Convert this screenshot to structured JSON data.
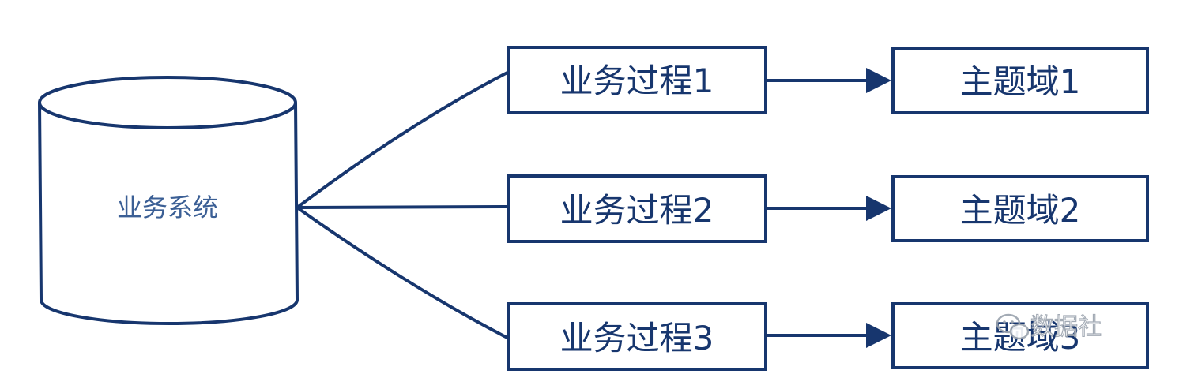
{
  "colors": {
    "stroke": "#17366e",
    "text_dark": "#17366e",
    "text_light": "#3b5f95",
    "watermark": "#9aa2ad",
    "background": "#ffffff"
  },
  "source": {
    "label": "业务系统"
  },
  "processes": [
    {
      "label": "业务过程1"
    },
    {
      "label": "业务过程2"
    },
    {
      "label": "业务过程3"
    }
  ],
  "domains": [
    {
      "label": "主题域1"
    },
    {
      "label": "主题域2"
    },
    {
      "label": "主题域3"
    }
  ],
  "watermark": {
    "text": "数据社",
    "icon": "wechat-icon"
  }
}
